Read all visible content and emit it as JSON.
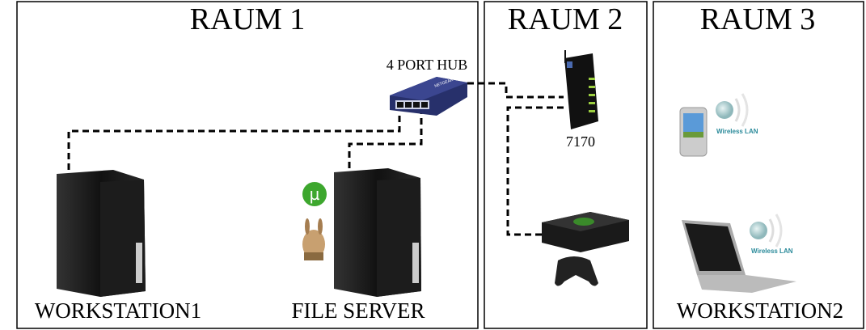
{
  "rooms": [
    {
      "title": "RAUM 1"
    },
    {
      "title": "RAUM 2"
    },
    {
      "title": "RAUM 3"
    }
  ],
  "devices": {
    "hub": {
      "label": "4 PORT HUB",
      "brand": "NETGEAR"
    },
    "router": {
      "label": "7170"
    },
    "workstation1": {
      "label": "WORKSTATION1"
    },
    "file_server": {
      "label": "FILE SERVER",
      "app_icons": [
        "utorrent-icon",
        "emule-icon"
      ]
    },
    "xbox": {
      "label": ""
    },
    "pda": {
      "badge": "Wireless LAN"
    },
    "workstation2": {
      "label": "WORKSTATION2",
      "badge": "Wireless LAN"
    }
  },
  "colors": {
    "hub": "#27306b",
    "wireless": "#2a8a9a",
    "tower": "#1a1a1a",
    "xbox_green": "#3a8a2a"
  }
}
